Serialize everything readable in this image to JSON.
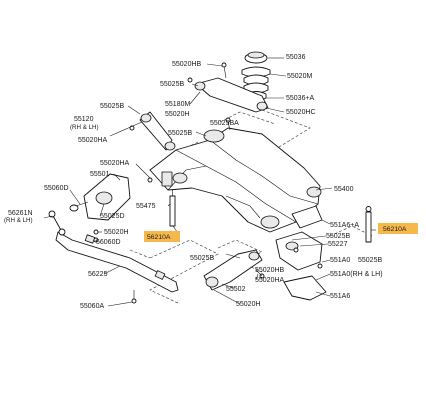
{
  "labels": {
    "p55036": "55036",
    "p55020M": "55020M",
    "p55036A": "55036+A",
    "p55020HC": "55020HC",
    "p55020HB_top": "55020HB",
    "p55025B_a": "55025B",
    "p55180M": "55180M",
    "p55020H": "55020H",
    "p55025B_b": "55025B",
    "p55120": "55120",
    "p55120_sub": "(RH & LH)",
    "p55020HA_a": "55020HA",
    "p55025B_c": "55025B",
    "p55025BA": "55025BA",
    "p55020HA_b": "55020HA",
    "p55501": "55501",
    "p55060D": "55060D",
    "p56261N": "56261N",
    "p56261N_sub": "(RH & LH)",
    "p55025D": "55025D",
    "p55475": "55475",
    "p55020H_b": "55020H",
    "p56060D": "56060D",
    "p56225": "56225",
    "p55060A": "55060A",
    "p55400": "55400",
    "p551A6A": "551A6+A",
    "p55025B_d": "55025B",
    "p55227": "55227",
    "p55025B_e": "55025B",
    "p55020HB_b": "55020HB",
    "p55020HA_c": "55020HA",
    "p55502": "55502",
    "p55020H_c": "55020H",
    "p551A0": "551A0",
    "p55025B_f": "55025B",
    "p551A0RH": "551A0(RH & LH)",
    "p551A6": "551A6"
  },
  "highlights": {
    "left": "56210A",
    "right": "56210A"
  },
  "colors": {
    "highlight": "#f6b84b",
    "line": "#111111",
    "background": "#ffffff"
  }
}
